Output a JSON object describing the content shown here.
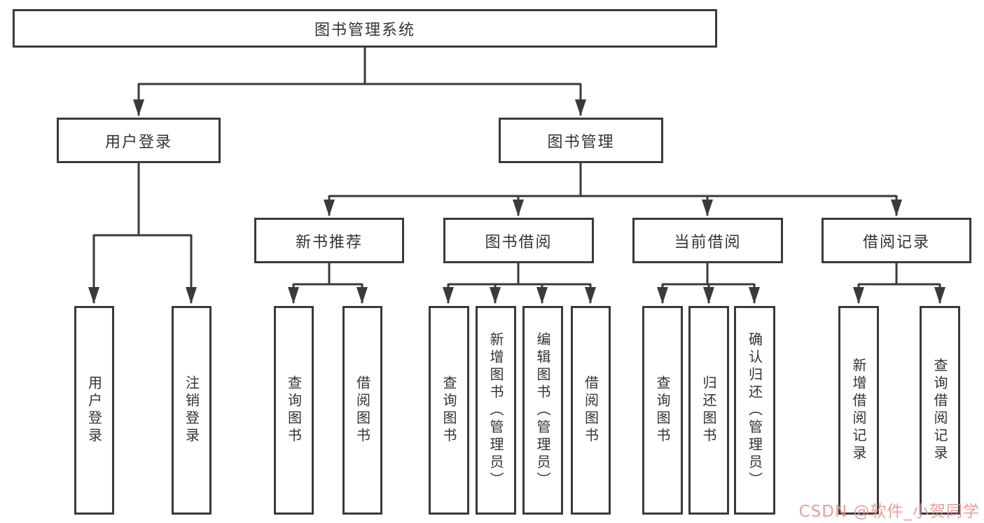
{
  "tree": {
    "label": "图书管理系统",
    "children": [
      {
        "label": "用户登录",
        "children": [
          {
            "label": "用户登录"
          },
          {
            "label": "注销登录"
          }
        ]
      },
      {
        "label": "图书管理",
        "children": [
          {
            "label": "新书推荐",
            "children": [
              {
                "label": "查询图书"
              },
              {
                "label": "借阅图书"
              }
            ]
          },
          {
            "label": "图书借阅",
            "children": [
              {
                "label": "查询图书"
              },
              {
                "label": "新增图书（管理员）"
              },
              {
                "label": "编辑图书（管理员）"
              },
              {
                "label": "借阅图书"
              }
            ]
          },
          {
            "label": "当前借阅",
            "children": [
              {
                "label": "查询图书"
              },
              {
                "label": "归还图书"
              },
              {
                "label": "确认归还（管理员）"
              }
            ]
          },
          {
            "label": "借阅记录",
            "children": [
              {
                "label": "新增借阅记录"
              },
              {
                "label": "查询借阅记录"
              }
            ]
          }
        ]
      }
    ]
  },
  "watermark": {
    "text": "CSDN @软件_小贺同学"
  },
  "colors": {
    "line": "#3a3a3a",
    "box_background": "#ffffff",
    "text": "#333333",
    "watermark": "#e88c8c"
  }
}
